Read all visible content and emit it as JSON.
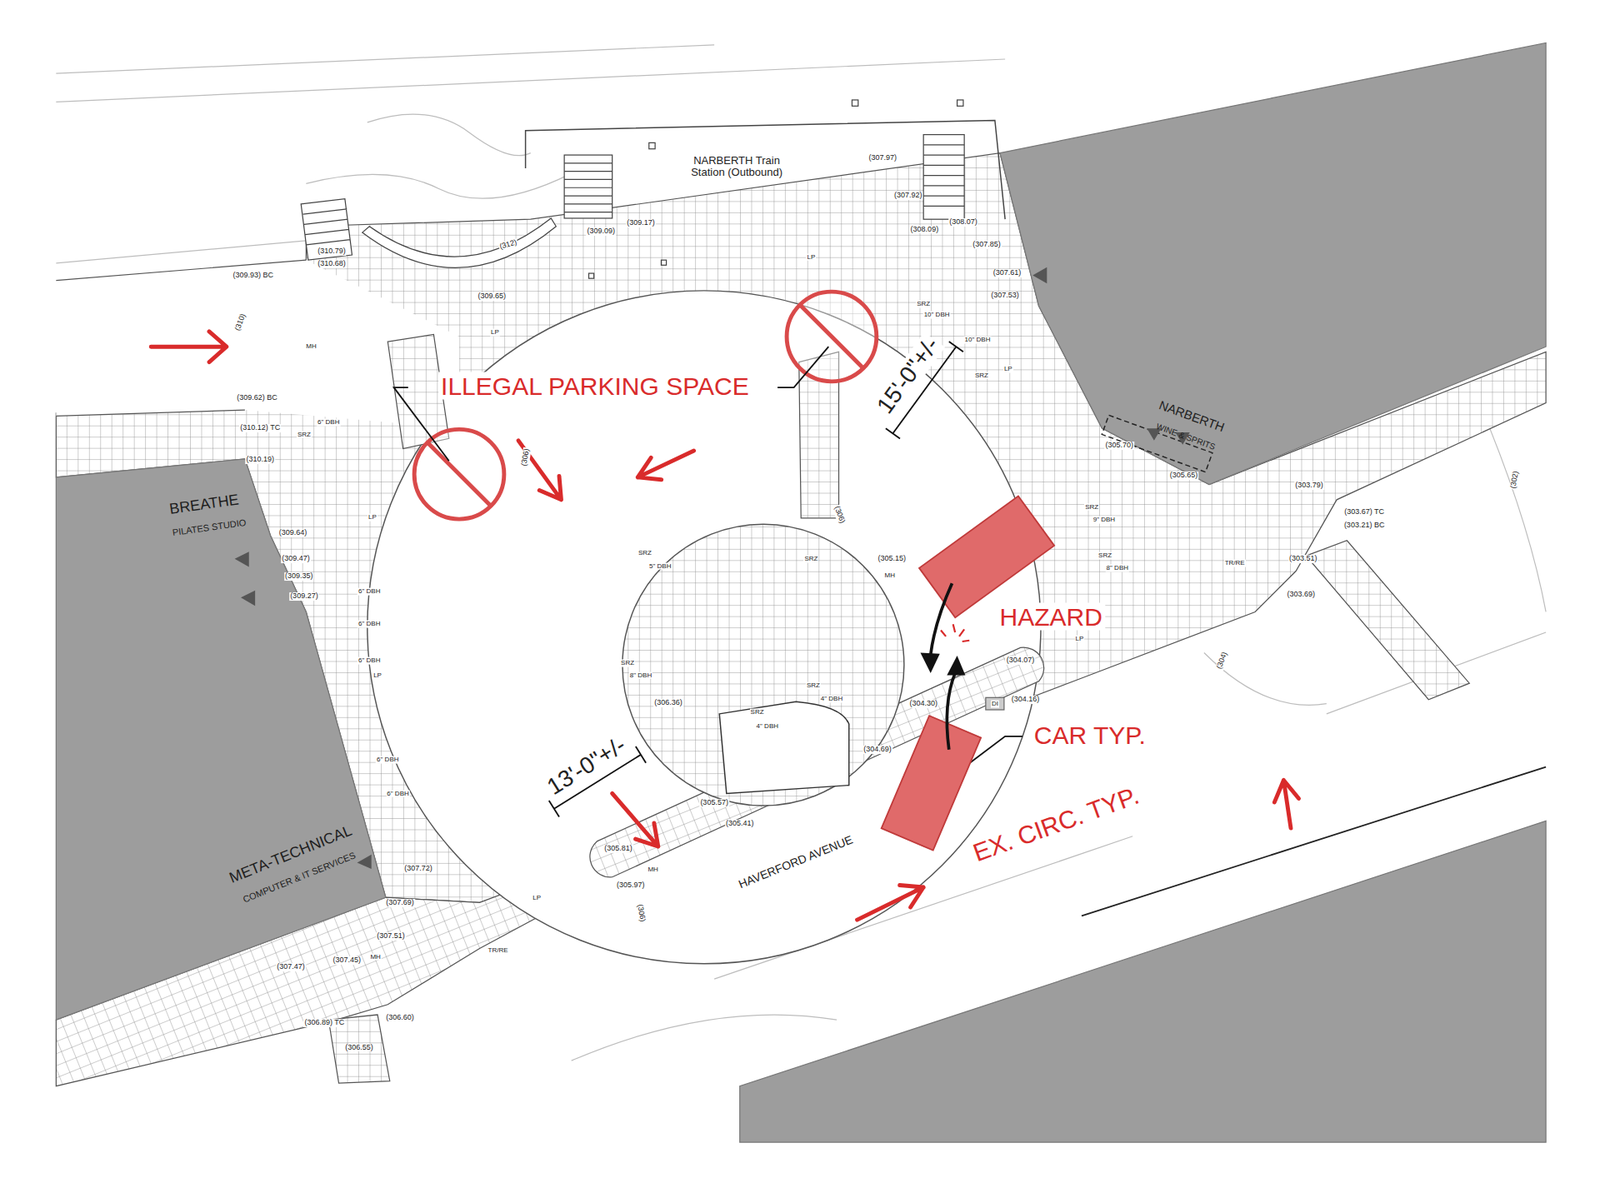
{
  "diagram": {
    "labels": [
      "NARBERTH Train Station (Outbound)",
      "ILLEGAL PARKING SPACE",
      "15'-0\"+/-",
      "NARBERTH",
      "WINE & SPRITS",
      "HAZARD",
      "CAR TYP.",
      "EX. CIRC. TYP.",
      "HAVERFORD AVENUE",
      "13'-0\"+/-",
      "BREATHE",
      "PILATES STUDIO",
      "META-TECHNICAL",
      "COMPUTER & IT SERVICES",
      "(310.79)",
      "(310.68)",
      "(309.93) BC",
      "(312)",
      "(309.65)",
      "(309.09)",
      "(309.17)",
      "(307.97)",
      "(307.92)",
      "(308.09)",
      "(308.07)",
      "(307.85)",
      "(307.61)",
      "(307.53)",
      "(310)",
      "(309.62) BC",
      "(310.12) TC",
      "(310.19)",
      "(309.64)",
      "(309.47)",
      "(309.35)",
      "(309.27)",
      "(305.70)",
      "(305.65)",
      "(303.79)",
      "(303.67) TC",
      "(303.21) BC",
      "(303.51)",
      "(303.69)",
      "(305.15)",
      "(304.07)",
      "(304.16)",
      "(304.30)",
      "(304.69)",
      "(306.36)",
      "(306)",
      "(305.57)",
      "(305.41)",
      "(305.81)",
      "(305.97)",
      "(307.72)",
      "(307.69)",
      "(307.51)",
      "(307.45)",
      "(307.47)",
      "(306.89) TC",
      "(306.60)",
      "(306.55)",
      "(306)",
      "(304)",
      "(302)",
      "(306)",
      "MH",
      "MH",
      "MH",
      "MH",
      "LP",
      "LP",
      "LP",
      "LP",
      "LP",
      "LP",
      "LP",
      "TR/RE",
      "TR/RE",
      "DI",
      "SRZ",
      "10\" DBH",
      "10\" DBH",
      "SRZ",
      "SRZ",
      "6\" DBH",
      "6\" DBH",
      "6\" DBH",
      "6\" DBH",
      "6\" DBH",
      "6\" DBH",
      "SRZ",
      "5\" DBH",
      "SRZ",
      "SRZ",
      "8\" DBH",
      "SRZ",
      "4\" DBH",
      "SRZ",
      "4\" DBH",
      "SRZ",
      "9\" DBH",
      "SRZ",
      "8\" DBH"
    ]
  }
}
